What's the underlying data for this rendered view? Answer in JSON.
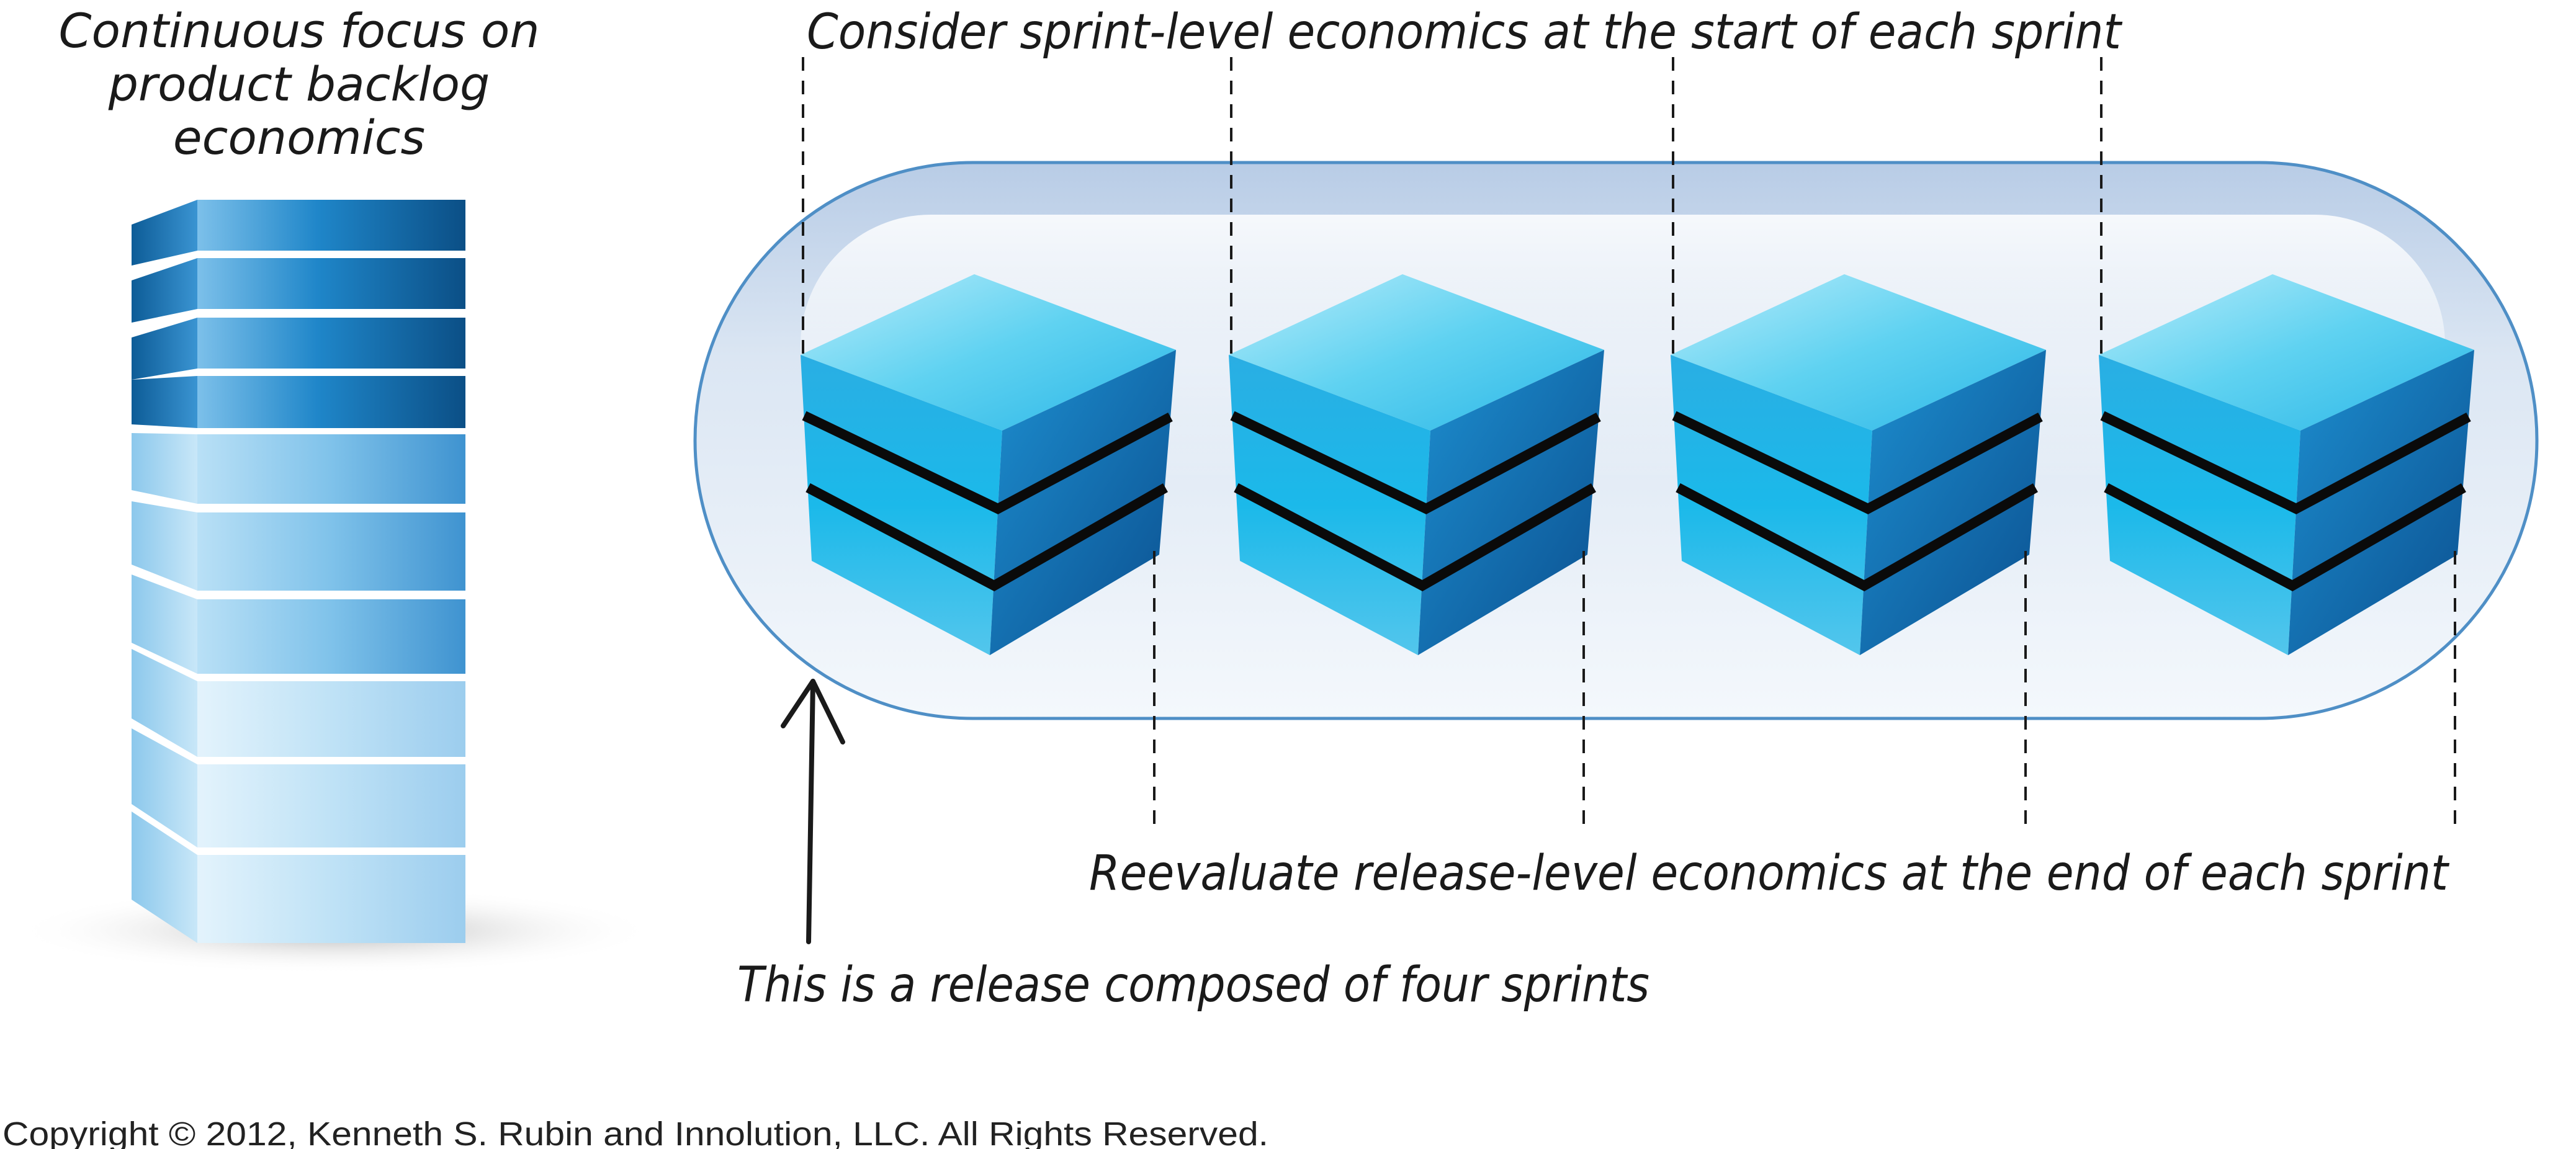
{
  "diagram": {
    "backlog_label": [
      "Continuous focus on",
      "product backlog",
      "economics"
    ],
    "start_label": "Consider sprint-level economics at the start of each sprint",
    "end_label": "Reevaluate release-level economics at the end of each sprint",
    "release_label": "This is a release composed of four sprints",
    "sprints": [
      "sprint",
      "sprint",
      "sprint",
      "sprint"
    ],
    "copyright": "Copyright © 2012, Kenneth S. Rubin and Innolution, LLC. All Rights Reserved."
  },
  "colors": {
    "backlog_dark": "#0b5e9e",
    "backlog_light": "#cfe9f8",
    "capsule_fill": "#c9d8ec",
    "capsule_stroke": "#4f8fc6",
    "cube_top": "#5fd3f0",
    "cube_side": "#1583c6",
    "band": "#0a0a0a",
    "ink": "#1a1a1a"
  }
}
